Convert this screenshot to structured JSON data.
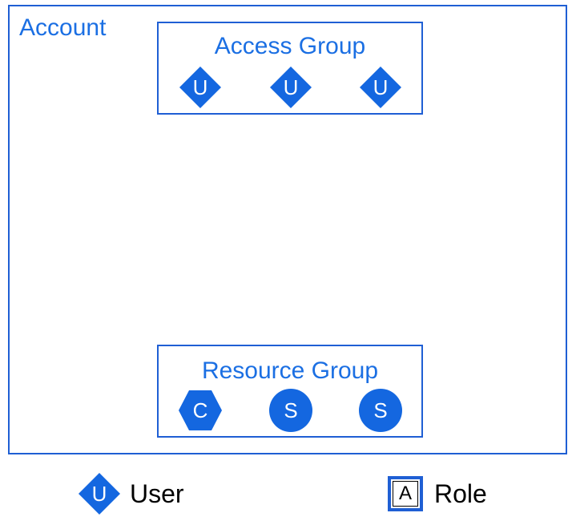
{
  "colors": {
    "accent": "#1f5fd4",
    "accent_text": "#1b6fe3",
    "icon_fill": "#1467e0",
    "icon_text": "#ffffff",
    "legend_text": "#000000"
  },
  "account": {
    "label": "Account"
  },
  "access_group": {
    "title": "Access Group",
    "members": [
      {
        "letter": "U",
        "shape": "diamond",
        "icon": "user-diamond-icon"
      },
      {
        "letter": "U",
        "shape": "diamond",
        "icon": "user-diamond-icon"
      },
      {
        "letter": "U",
        "shape": "diamond",
        "icon": "user-diamond-icon"
      }
    ]
  },
  "resource_group": {
    "title": "Resource Group",
    "members": [
      {
        "letter": "C",
        "shape": "hexagon",
        "icon": "hexagon-icon"
      },
      {
        "letter": "S",
        "shape": "circle",
        "icon": "circle-icon"
      },
      {
        "letter": "S",
        "shape": "circle",
        "icon": "circle-icon"
      }
    ]
  },
  "legend": {
    "user": {
      "letter": "U",
      "label": "User",
      "icon": "user-diamond-icon"
    },
    "role": {
      "letter": "A",
      "label": "Role",
      "icon": "role-square-icon"
    }
  }
}
